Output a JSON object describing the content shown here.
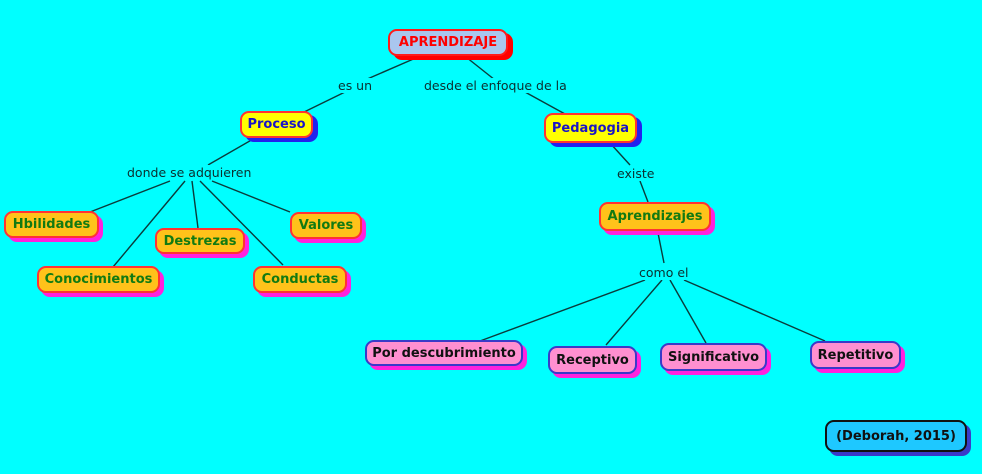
{
  "concept_map": {
    "root": "APRENDIZAJE",
    "nodes": {
      "proceso": "Proceso",
      "pedagogia": "Pedagogia",
      "hbilidades": "Hbilidades",
      "conocimientos": "Conocimientos",
      "destrezas": "Destrezas",
      "conductas": "Conductas",
      "valores": "Valores",
      "aprendizajes": "Aprendizajes",
      "por_descubrimiento": "Por descubrimiento",
      "receptivo": "Receptivo",
      "significativo": "Significativo",
      "repetitivo": "Repetitivo"
    },
    "links": {
      "es_un": "es un",
      "desde_el_enfoque": "desde el enfoque de la",
      "donde_se_adquieren": "donde se adquieren",
      "existe": "existe",
      "como_el": "como el"
    },
    "citation": "(Deborah, 2015)"
  },
  "colors": {
    "background": "#00ffff",
    "root_text": "#ff0000",
    "level1_text": "#1a14c8",
    "level2_text": "#127a12",
    "leaf_fill": "#ff8fd0"
  }
}
